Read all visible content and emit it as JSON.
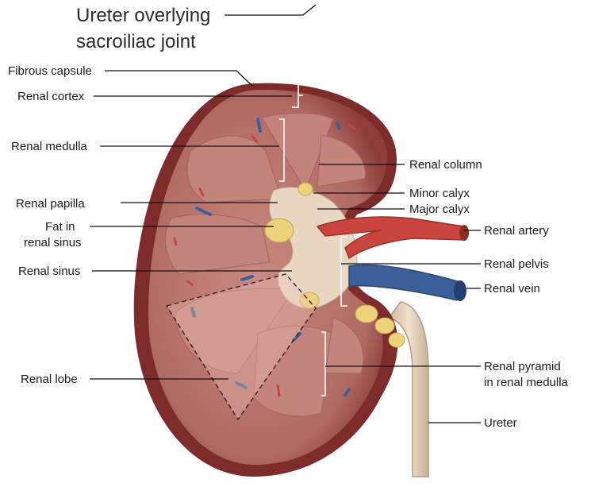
{
  "header": {
    "line1": "Ureter overlying",
    "line2": "sacroiliac joint"
  },
  "labels": {
    "fibrous_capsule": "Fibrous capsule",
    "renal_cortex": "Renal cortex",
    "renal_medulla": "Renal medulla",
    "renal_papilla": "Renal papilla",
    "fat_line1": "Fat in",
    "fat_line2": "renal sinus",
    "renal_sinus": "Renal sinus",
    "renal_lobe": "Renal lobe",
    "renal_column": "Renal column",
    "minor_calyx": "Minor calyx",
    "major_calyx": "Major calyx",
    "renal_artery": "Renal artery",
    "renal_pelvis": "Renal pelvis",
    "renal_vein": "Renal vein",
    "pyramid_line1": "Renal pyramid",
    "pyramid_line2": "in renal medulla",
    "ureter": "Ureter"
  },
  "colors": {
    "capsule": "#7e2b2b",
    "cortex": "#b86f6a",
    "medulla": "#c98e86",
    "sinus": "#e8d7c2",
    "fat": "#ecd27a",
    "artery": "#c8463e",
    "vein": "#3d5f98",
    "ureter": "#e5d3bd"
  }
}
